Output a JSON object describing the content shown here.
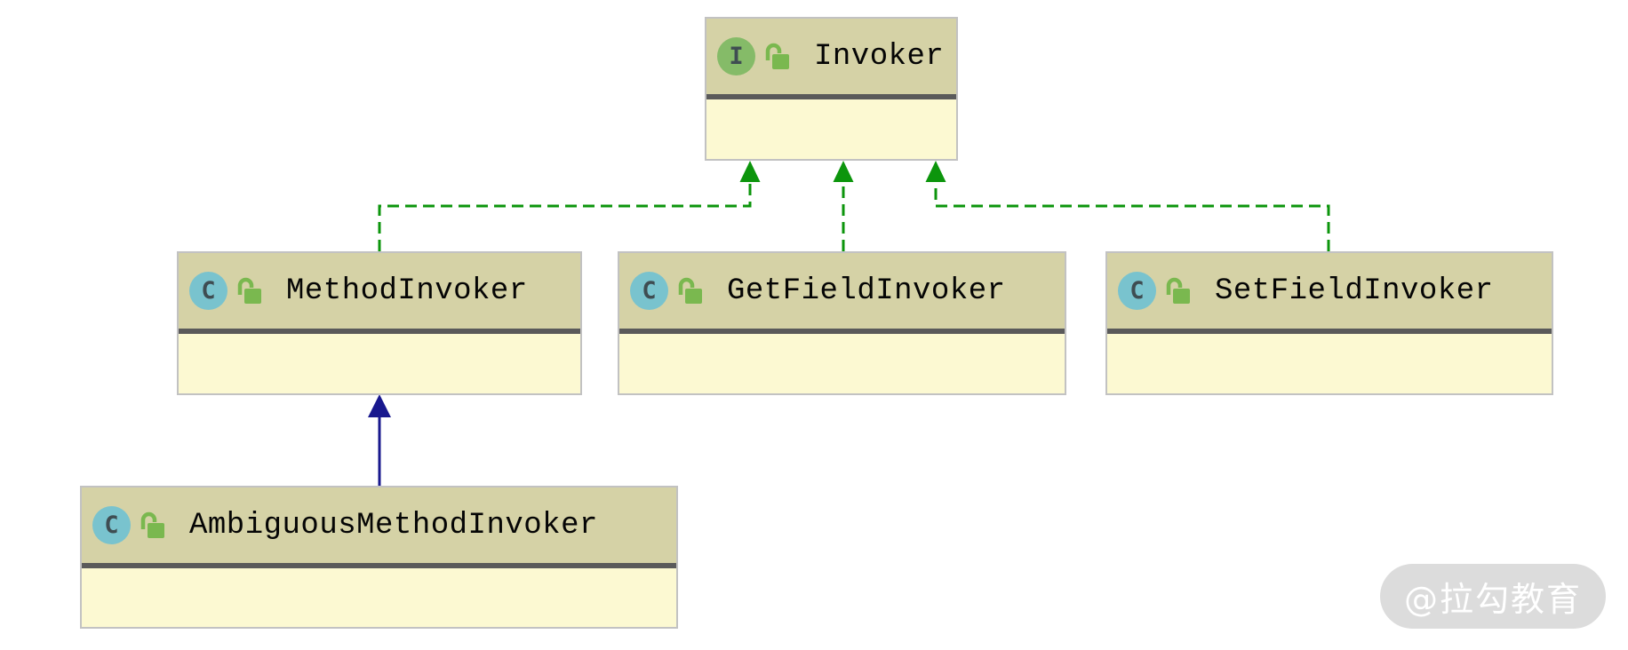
{
  "diagram": {
    "nodes": [
      {
        "id": "invoker",
        "label": "Invoker",
        "stereotype": "interface",
        "badge_letter": "I",
        "visibility": "public-unlocked"
      },
      {
        "id": "method-invoker",
        "label": "MethodInvoker",
        "stereotype": "class",
        "badge_letter": "C",
        "visibility": "public-unlocked"
      },
      {
        "id": "get-field-invoker",
        "label": "GetFieldInvoker",
        "stereotype": "class",
        "badge_letter": "C",
        "visibility": "public-unlocked"
      },
      {
        "id": "set-field-invoker",
        "label": "SetFieldInvoker",
        "stereotype": "class",
        "badge_letter": "C",
        "visibility": "public-unlocked"
      },
      {
        "id": "ambiguous-method-invoker",
        "label": "AmbiguousMethodInvoker",
        "stereotype": "class",
        "badge_letter": "C",
        "visibility": "public-unlocked"
      }
    ],
    "relations": [
      {
        "from": "MethodInvoker",
        "to": "Invoker",
        "type": "implements",
        "line": "dashed",
        "color": "#0c950c"
      },
      {
        "from": "GetFieldInvoker",
        "to": "Invoker",
        "type": "implements",
        "line": "dashed",
        "color": "#0c950c"
      },
      {
        "from": "SetFieldInvoker",
        "to": "Invoker",
        "type": "implements",
        "line": "dashed",
        "color": "#0c950c"
      },
      {
        "from": "AmbiguousMethodInvoker",
        "to": "MethodInvoker",
        "type": "extends",
        "line": "solid",
        "color": "#18188e"
      }
    ]
  },
  "watermark": {
    "text": "@拉勾教育"
  },
  "colors": {
    "canvas-bg": "#ffffff",
    "header-bg": "#d5d2a6",
    "body-bg": "#fcf9d2",
    "node-border": "#c2c2c2",
    "separator": "#5a5a5a",
    "interface-icon-bg": "#85bb68",
    "class-icon-bg": "#79c3ce",
    "icon-letter": "#3f4d52",
    "lock-green": "#7ab84f",
    "implements-edge": "#0c950c",
    "extends-edge": "#18188e",
    "watermark-bg": "#dcdcdc",
    "watermark-text": "#ffffff"
  }
}
